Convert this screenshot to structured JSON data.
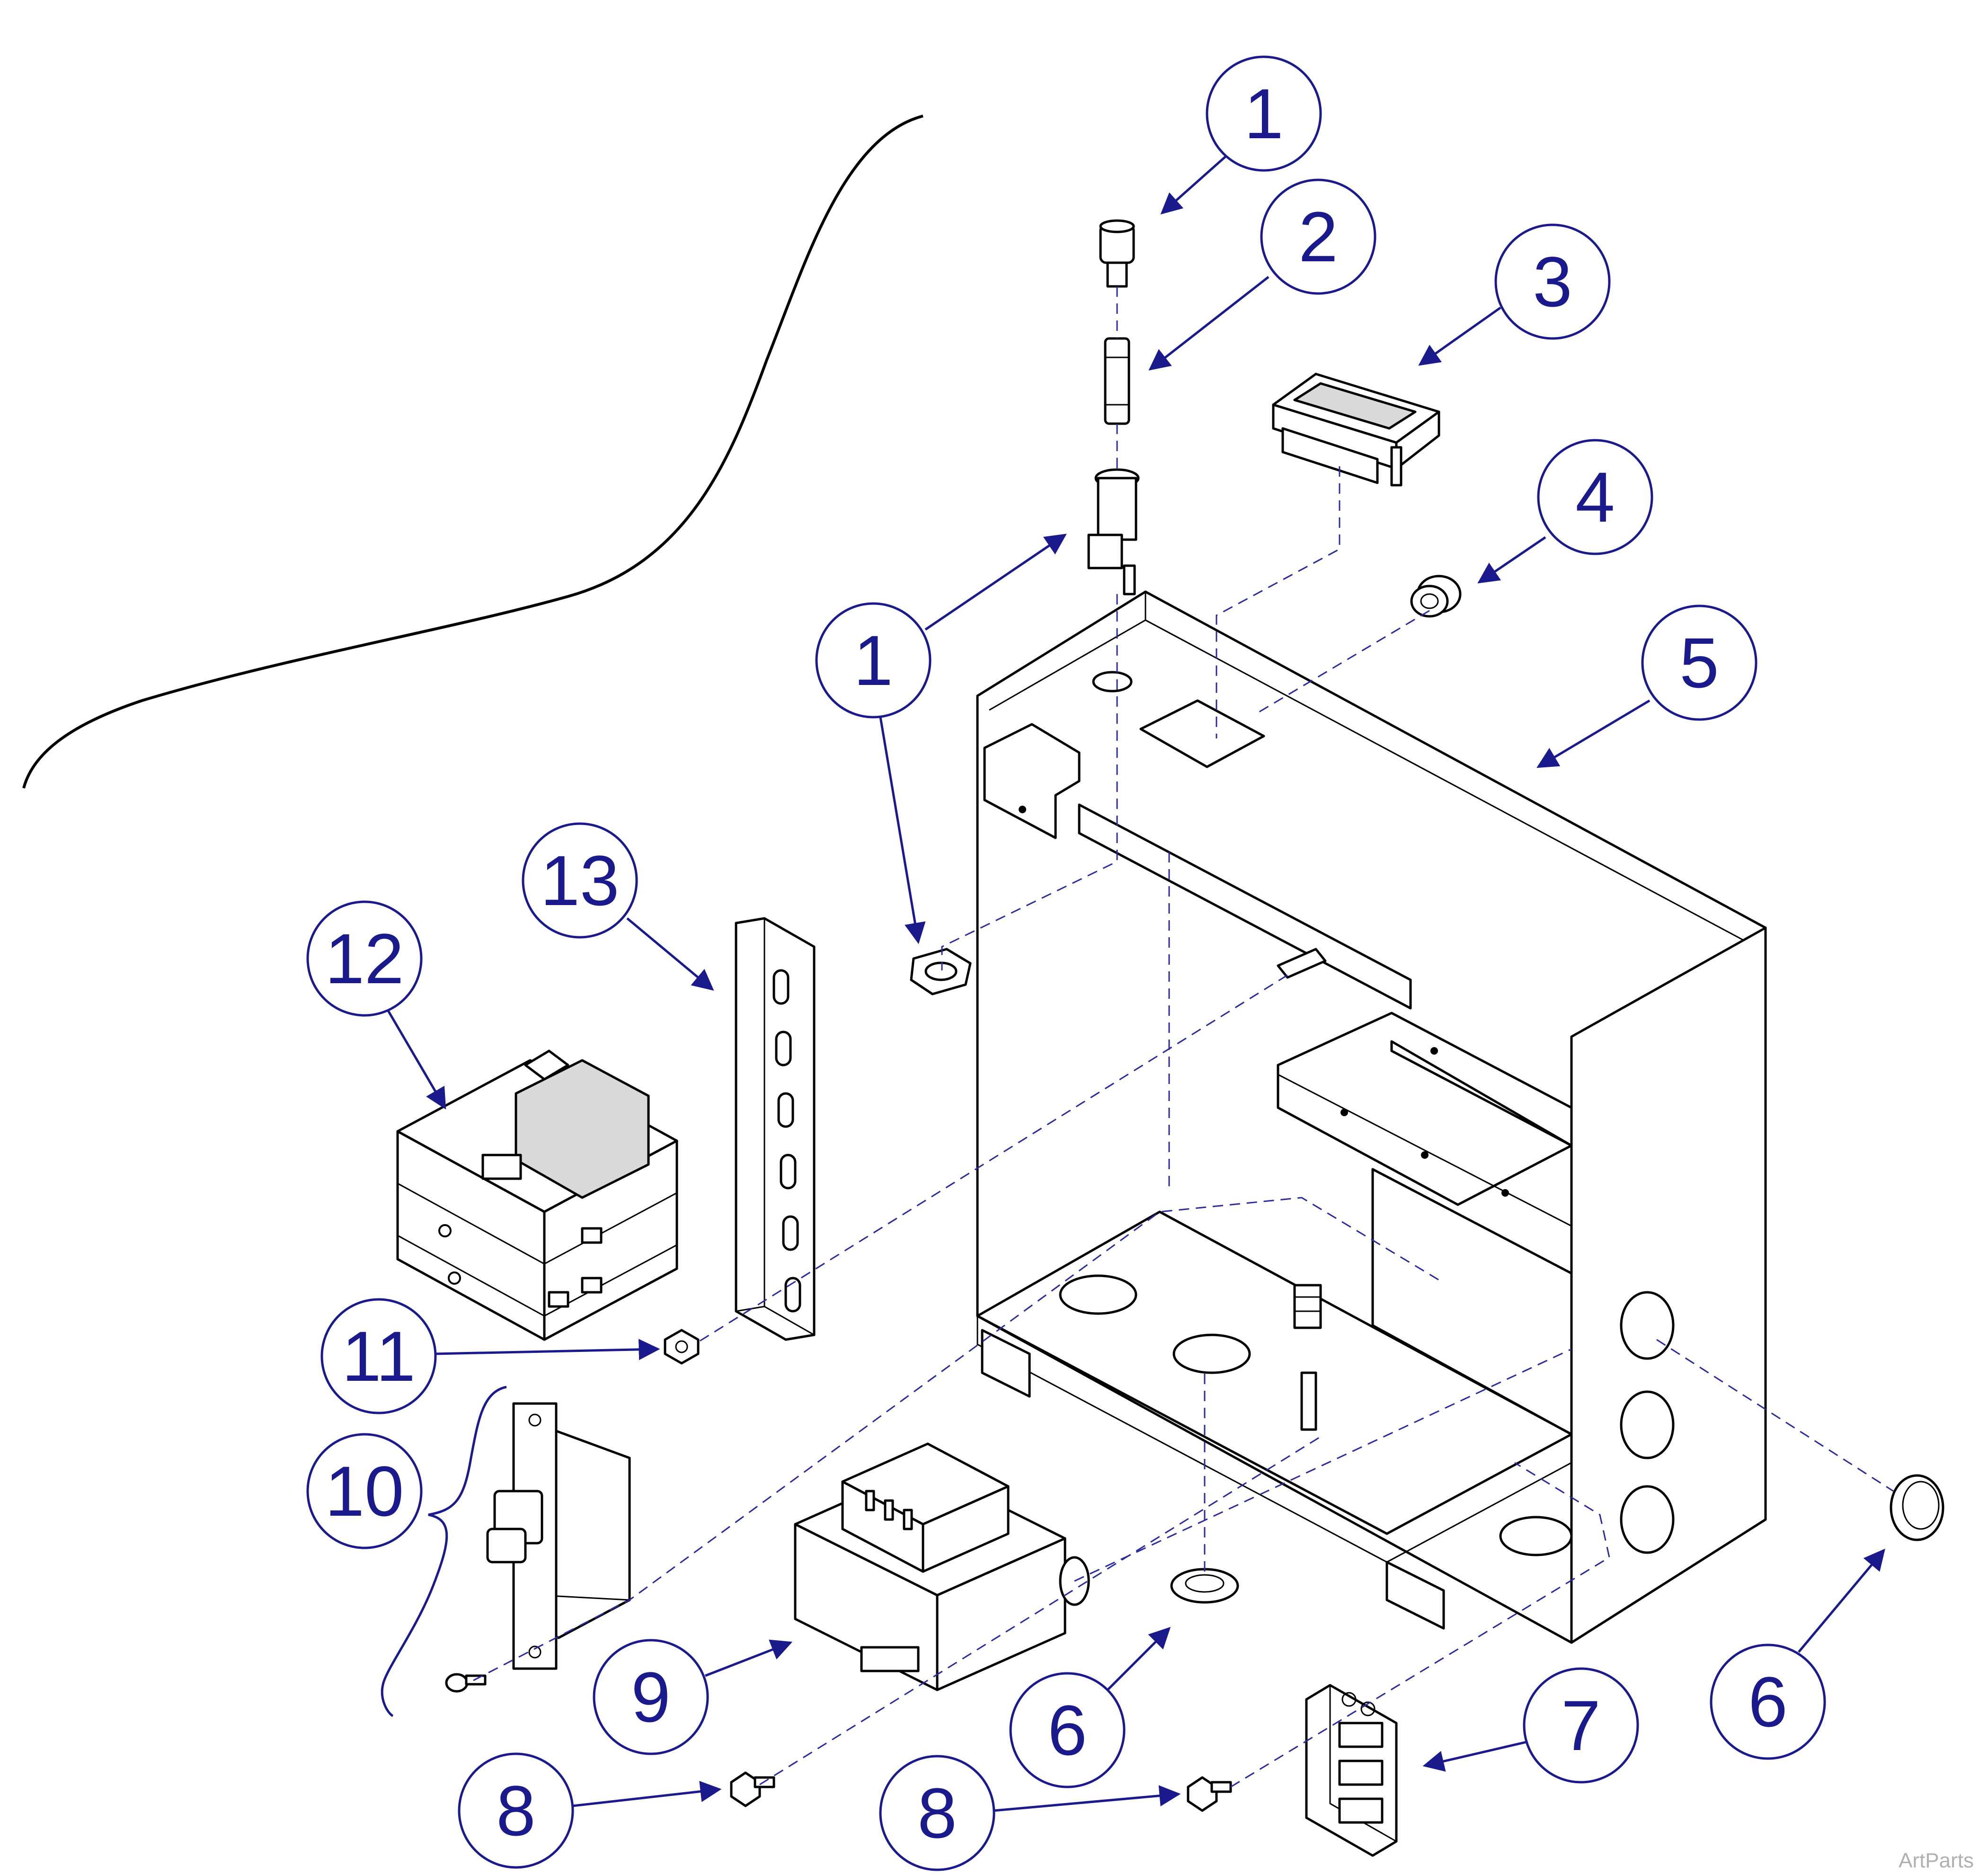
{
  "callouts": [
    "1",
    "2",
    "3",
    "4",
    "1",
    "5",
    "13",
    "12",
    "11",
    "10",
    "9",
    "6",
    "8",
    "8",
    "7",
    "6"
  ],
  "watermark": "ArtParts",
  "colors": {
    "callout": "#1a1a8c",
    "line": "#000000",
    "dashed_path": "#2b2b9a",
    "shade": "#d9d9d9"
  }
}
